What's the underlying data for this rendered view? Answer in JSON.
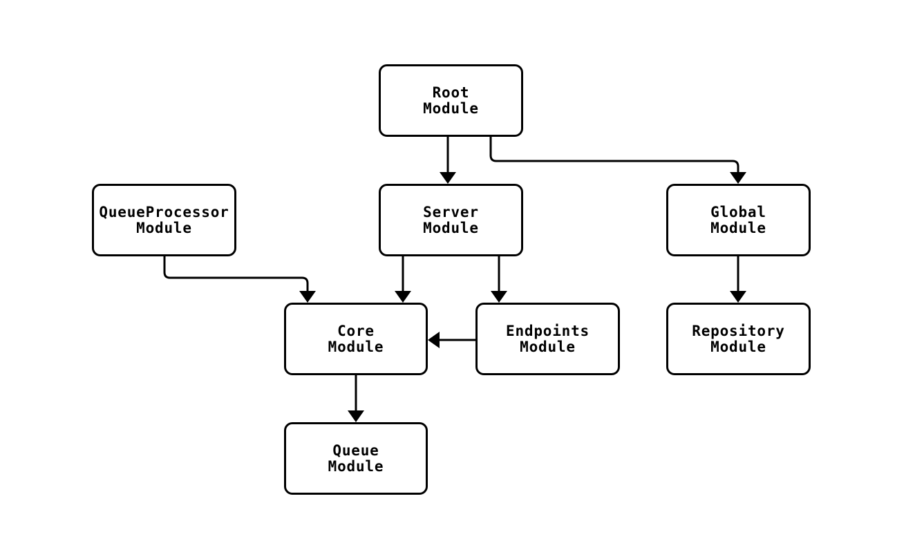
{
  "diagram": {
    "background_color": "#ffffff",
    "stroke_color": "#000000",
    "node_fill_color": "#ffffff",
    "nodes": [
      {
        "id": "root",
        "label": "Root\nModule"
      },
      {
        "id": "queueprocessor",
        "label": "QueueProcessor\nModule"
      },
      {
        "id": "server",
        "label": "Server\nModule"
      },
      {
        "id": "global",
        "label": "Global\nModule"
      },
      {
        "id": "core",
        "label": "Core\nModule"
      },
      {
        "id": "endpoints",
        "label": "Endpoints\nModule"
      },
      {
        "id": "repository",
        "label": "Repository\nModule"
      },
      {
        "id": "queue",
        "label": "Queue\nModule"
      }
    ],
    "edges": [
      {
        "from": "Root Module",
        "to": "Server Module"
      },
      {
        "from": "Root Module",
        "to": "Global Module"
      },
      {
        "from": "QueueProcessor Module",
        "to": "Core Module"
      },
      {
        "from": "Server Module",
        "to": "Core Module"
      },
      {
        "from": "Server Module",
        "to": "Endpoints Module"
      },
      {
        "from": "Endpoints Module",
        "to": "Core Module"
      },
      {
        "from": "Global Module",
        "to": "Repository Module"
      },
      {
        "from": "Core Module",
        "to": "Queue Module"
      }
    ]
  }
}
